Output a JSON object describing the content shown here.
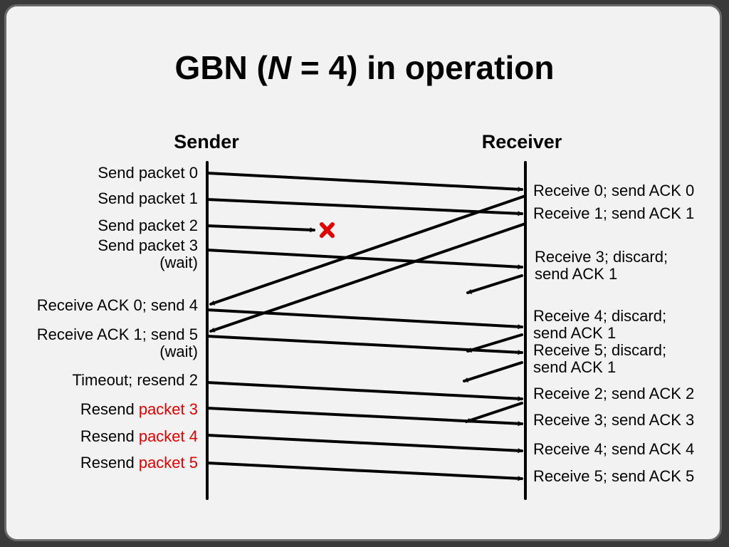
{
  "title": {
    "prefix": "GBN (",
    "var": "N",
    "suffix": " = 4) in operation"
  },
  "columns": {
    "sender": "Sender",
    "receiver": "Receiver"
  },
  "sender_events": [
    {
      "text": "Send packet 0"
    },
    {
      "text": "Send packet 1"
    },
    {
      "text": "Send packet 2"
    },
    {
      "text": "Send packet 3"
    },
    {
      "text": "(wait)"
    },
    {
      "text": "Receive ACK 0; send 4"
    },
    {
      "text": "Receive ACK 1; send 5"
    },
    {
      "text": "(wait)"
    },
    {
      "text": "Timeout; resend 2"
    },
    {
      "text": "Resend ",
      "highlight": "packet 3"
    },
    {
      "text": "Resend ",
      "highlight": "packet 4"
    },
    {
      "text": "Resend ",
      "highlight": "packet 5"
    }
  ],
  "receiver_events": [
    {
      "text": "Receive 0; send ACK 0"
    },
    {
      "text": "Receive 1; send ACK 1"
    },
    {
      "text": "Receive 3; discard;"
    },
    {
      "text": "send ACK 1"
    },
    {
      "text": "Receive 4; discard;"
    },
    {
      "text": "send ACK 1"
    },
    {
      "text": "Receive 5; discard;"
    },
    {
      "text": "send ACK 1"
    },
    {
      "text": "Receive 2; send ACK 2"
    },
    {
      "text": "Receive 3; send ACK 3"
    },
    {
      "text": "Receive 4; send ACK 4"
    },
    {
      "text": "Receive 5; send ACK 5"
    }
  ],
  "colors": {
    "highlight": "#e00000",
    "loss_marker": "#e00000",
    "line": "#000000"
  },
  "loss_marker_icon": "x-mark-icon"
}
